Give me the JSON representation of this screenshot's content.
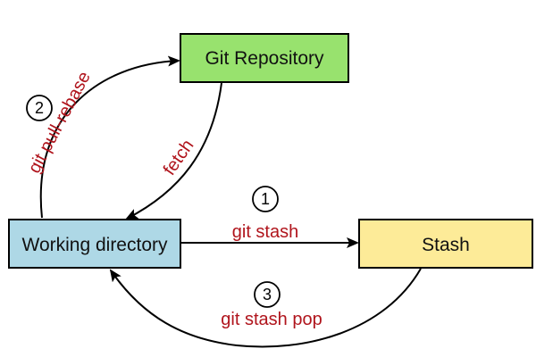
{
  "nodes": {
    "repository": {
      "label": "Git Repository",
      "fill": "#98e26e"
    },
    "working": {
      "label": "Working directory",
      "fill": "#aed8e6"
    },
    "stash": {
      "label": "Stash",
      "fill": "#fdeb98"
    }
  },
  "edges": {
    "fetch": {
      "label": "fetch"
    },
    "pull_rebase": {
      "label": "git pull-rebase",
      "step": "2"
    },
    "stash": {
      "label": "git stash",
      "step": "1"
    },
    "stash_pop": {
      "label": "git stash pop",
      "step": "3"
    }
  },
  "colors": {
    "label_red": "#b0141c",
    "stroke": "#000000"
  }
}
